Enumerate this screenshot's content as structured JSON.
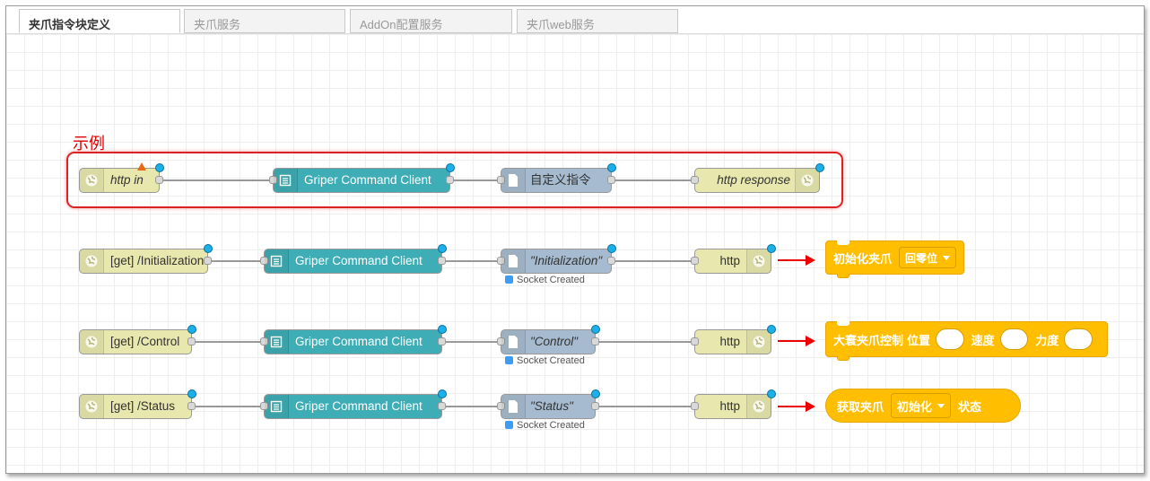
{
  "tabs": [
    {
      "label": "夹爪指令块定义",
      "active": true
    },
    {
      "label": "夹爪服务",
      "active": false
    },
    {
      "label": "AddOn配置服务",
      "active": false
    },
    {
      "label": "夹爪web服务",
      "active": false
    }
  ],
  "example_label": "示例",
  "flows": [
    {
      "http_in": "http in",
      "griper": "Griper Command Client",
      "template": "自定义指令",
      "response": "http response",
      "status": ""
    },
    {
      "http_in": "[get] /Initialization",
      "griper": "Griper Command Client",
      "template": "\"Initialization\"",
      "response": "http",
      "status": "Socket Created"
    },
    {
      "http_in": "[get] /Control",
      "griper": "Griper Command Client",
      "template": "\"Control\"",
      "response": "http",
      "status": "Socket Created"
    },
    {
      "http_in": "[get] /Status",
      "griper": "Griper Command Client",
      "template": "\"Status\"",
      "response": "http",
      "status": "Socket Created"
    }
  ],
  "blocks": {
    "init": {
      "text": "初始化夹爪",
      "dropdown": "回零位"
    },
    "control": {
      "text": "大寰夹爪控制",
      "position": "位置",
      "speed": "速度",
      "force": "力度"
    },
    "status": {
      "text": "获取夹爪",
      "dropdown": "初始化",
      "suffix": "状态"
    }
  },
  "colors": {
    "http_node": "#e7e7ae",
    "griper_node": "#3fadb5",
    "template_node": "#a6bbcf",
    "block": "#ffbf00",
    "highlight": "#dd2222",
    "status_dot": "#1cb0ea"
  },
  "icons": {
    "http": "globe-icon",
    "griper": "function-icon",
    "template": "document-icon"
  }
}
